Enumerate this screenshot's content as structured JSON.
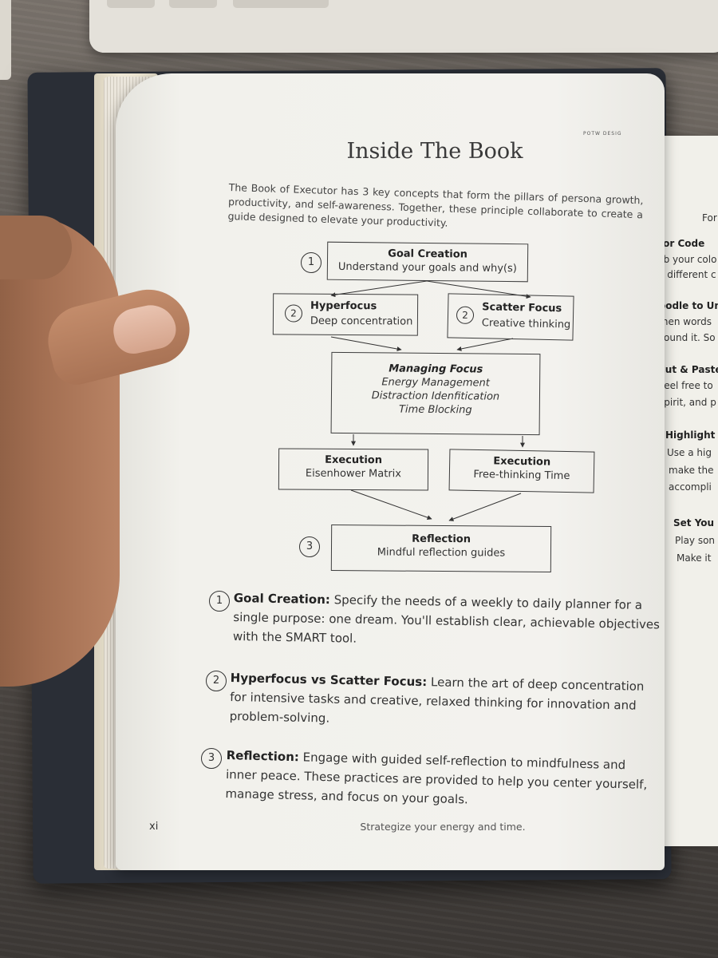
{
  "page": {
    "title": "Inside The Book",
    "corner_tab": "POTW DESIG",
    "intro": "The Book of Executor has 3 key concepts that form the pillars of persona growth, productivity, and self-awareness. Together, these principle collaborate to create a guide designed to elevate your productivity.",
    "footer_page_number": "xi",
    "footer_text": "Strategize your energy and time."
  },
  "diagram": {
    "goal": {
      "number": "1",
      "title": "Goal Creation",
      "subtitle": "Understand your goals and why(s)"
    },
    "hyperfocus": {
      "number": "2",
      "title": "Hyperfocus",
      "subtitle": "Deep concentration"
    },
    "scatter": {
      "number": "2",
      "title": "Scatter Focus",
      "subtitle": "Creative thinking"
    },
    "managing": {
      "title": "Managing Focus",
      "lines": [
        "Energy Management",
        "Distraction Idenfitication",
        "Time Blocking"
      ]
    },
    "execution_left": {
      "title": "Execution",
      "subtitle": "Eisenhower Matrix"
    },
    "execution_right": {
      "title": "Execution",
      "subtitle": "Free-thinking Time"
    },
    "reflection": {
      "number": "3",
      "title": "Reflection",
      "subtitle": "Mindful reflection guides"
    }
  },
  "sections": [
    {
      "number": "1",
      "heading": "Goal Creation:",
      "text": "Specify the needs of a weekly to daily planner for a single purpose: one dream. You'll establish clear, achievable objectives with the SMART tool."
    },
    {
      "number": "2",
      "heading": "Hyperfocus vs Scatter Focus:",
      "text": "Learn the art of deep concentration for intensive tasks and creative, relaxed thinking for innovation and problem-solving."
    },
    {
      "number": "3",
      "heading": "Reflection:",
      "text": "Engage with guided self-reflection to mindfulness and inner peace. These practices are provided to help you center yourself, manage stress, and focus on your goals."
    }
  ],
  "right_page": {
    "top": "For",
    "items": [
      {
        "heading": "Color Code",
        "lines": [
          "Grab your colo",
          "Use different c"
        ]
      },
      {
        "heading": "Doodle to Un",
        "lines": [
          "When words",
          "around it. So"
        ]
      },
      {
        "heading": "Cut & Paste",
        "lines": [
          "Feel free to",
          "spirit, and p"
        ]
      },
      {
        "heading": "Highlight",
        "lines": [
          "Use a hig",
          "make the",
          "accompli"
        ]
      },
      {
        "heading": "Set You",
        "lines": [
          "Play son",
          "Make it"
        ]
      }
    ]
  }
}
